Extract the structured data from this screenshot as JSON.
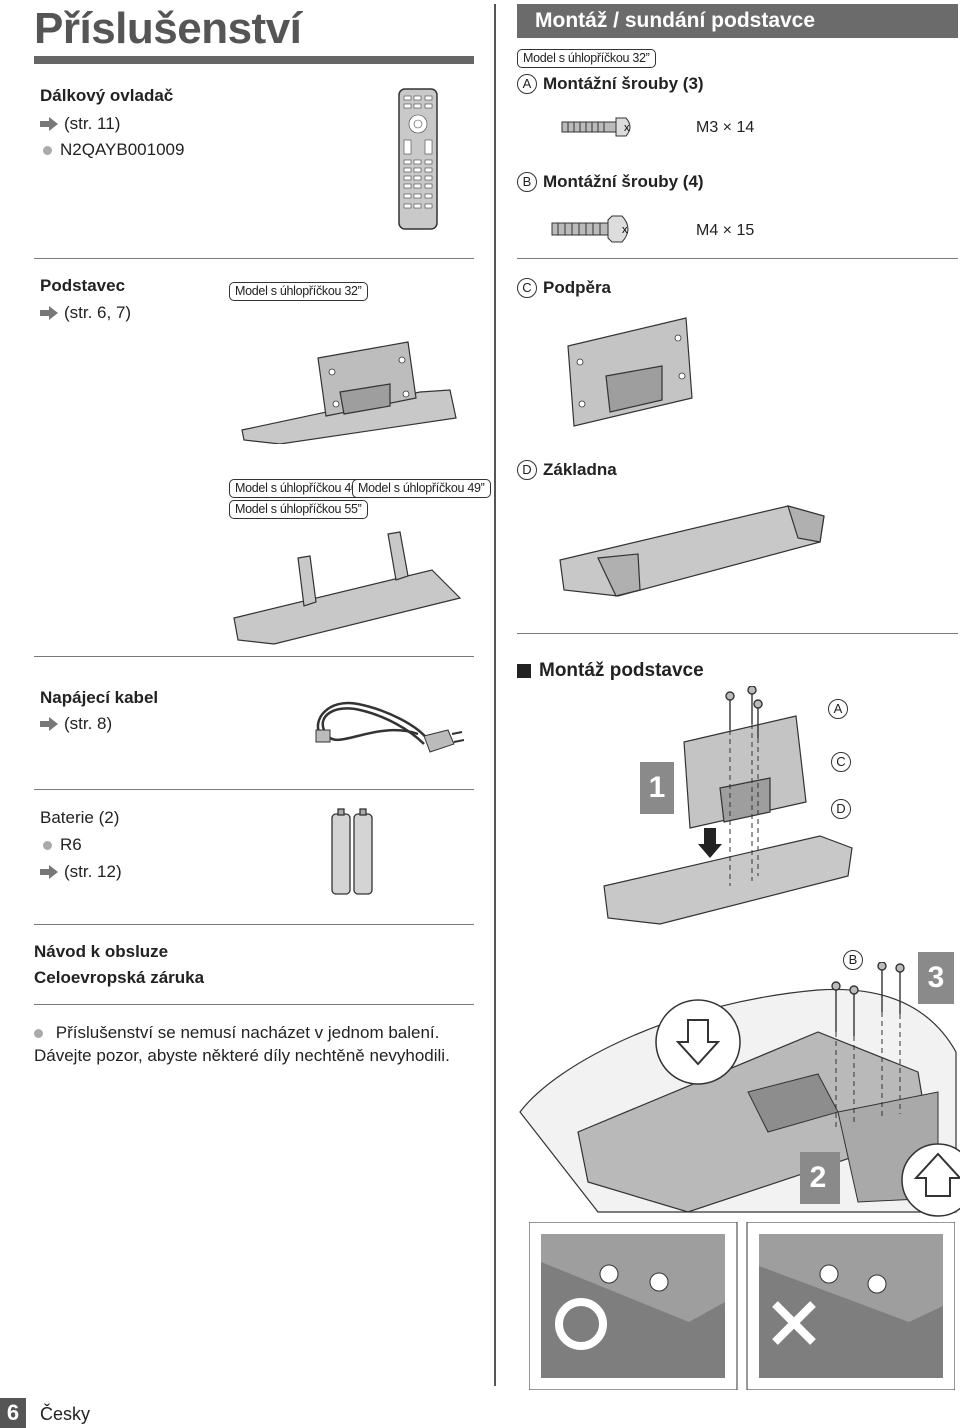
{
  "page": {
    "title": "Příslušenství",
    "page_number": "6",
    "language": "Česky"
  },
  "accessories": {
    "remote": {
      "name": "Dálkový ovladač",
      "ref": "(str. 11)",
      "model": "N2QAYB001009"
    },
    "stand": {
      "name": "Podstavec",
      "ref": "(str. 6, 7)"
    },
    "stand_tags": {
      "m32": "Model s úhlopříčkou 32”",
      "m40": "Model s úhlopříčkou 40”",
      "m49": "Model s úhlopříčkou 49”",
      "m55": "Model s úhlopříčkou 55”"
    },
    "power_cable": {
      "name": "Napájecí kabel",
      "ref": "(str. 8)"
    },
    "batteries": {
      "name": "Baterie (2)",
      "type": "R6",
      "ref": "(str. 12)"
    },
    "docs": {
      "line1": "Návod k obsluze",
      "line2": "Celoevropská záruka"
    },
    "note": "Příslušenství se nemusí nacházet v jednom balení. Dávejte pozor, abyste některé díly nechtěně nevyhodili."
  },
  "mounting": {
    "banner": "Montáž / sundání podstavce",
    "model_tag": "Model s úhlopříčkou 32”",
    "screws_a": {
      "letter": "A",
      "label": "Montážní šrouby (3)",
      "size": "M3 × 14"
    },
    "screws_b": {
      "letter": "B",
      "label": "Montážní šrouby (4)",
      "size": "M4 × 15"
    },
    "bracket": {
      "letter": "C",
      "label": "Podpěra"
    },
    "base": {
      "letter": "D",
      "label": "Základna"
    },
    "assembly_heading": "Montáž podstavce",
    "callouts": {
      "a": "A",
      "b": "B",
      "c": "C",
      "d": "D"
    },
    "steps": {
      "s1": "1",
      "s2": "2",
      "s3": "3"
    }
  },
  "colors": {
    "banner": "#6b6b6b",
    "rule": "#7a7a7a",
    "step_box": "#8a8a8a",
    "illustration_gray": "#c8c8c8"
  }
}
